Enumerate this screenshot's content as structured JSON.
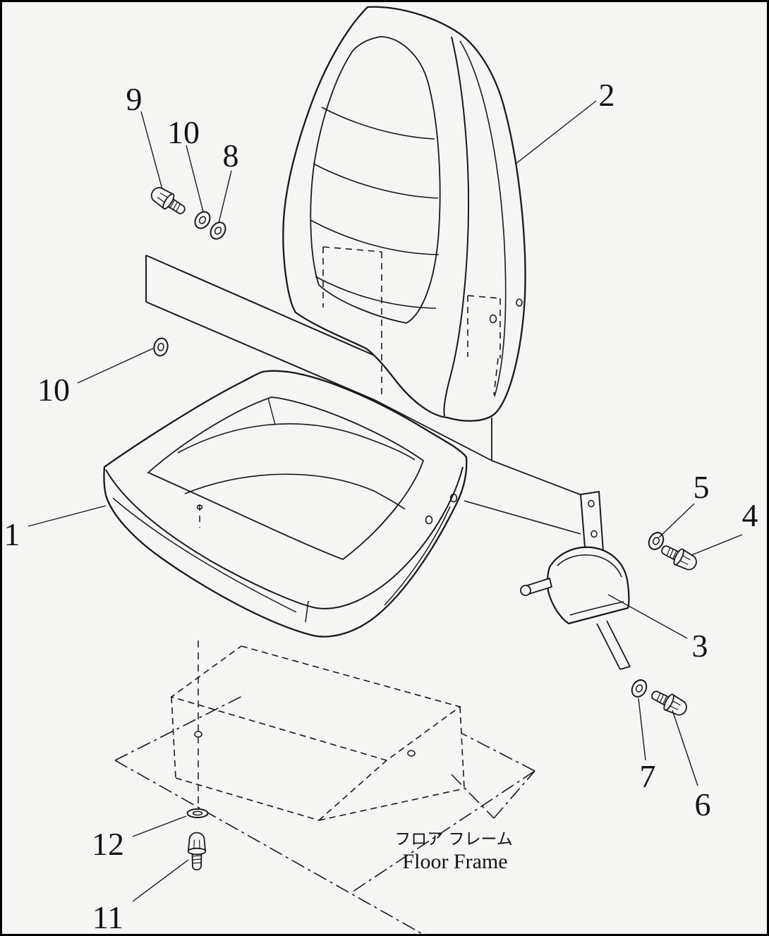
{
  "colors": {
    "background": "#f5f5f4",
    "line": "#191919",
    "border": "#000000"
  },
  "callouts": [
    {
      "label": "9"
    },
    {
      "label": "10"
    },
    {
      "label": "8"
    },
    {
      "label": "2"
    },
    {
      "label": "10"
    },
    {
      "label": "1"
    },
    {
      "label": "5"
    },
    {
      "label": "4"
    },
    {
      "label": "3"
    },
    {
      "label": "7"
    },
    {
      "label": "6"
    },
    {
      "label": "12"
    },
    {
      "label": "11"
    }
  ],
  "floor_frame_label": {
    "japanese": "フロア フレーム",
    "english": "Floor Frame"
  }
}
